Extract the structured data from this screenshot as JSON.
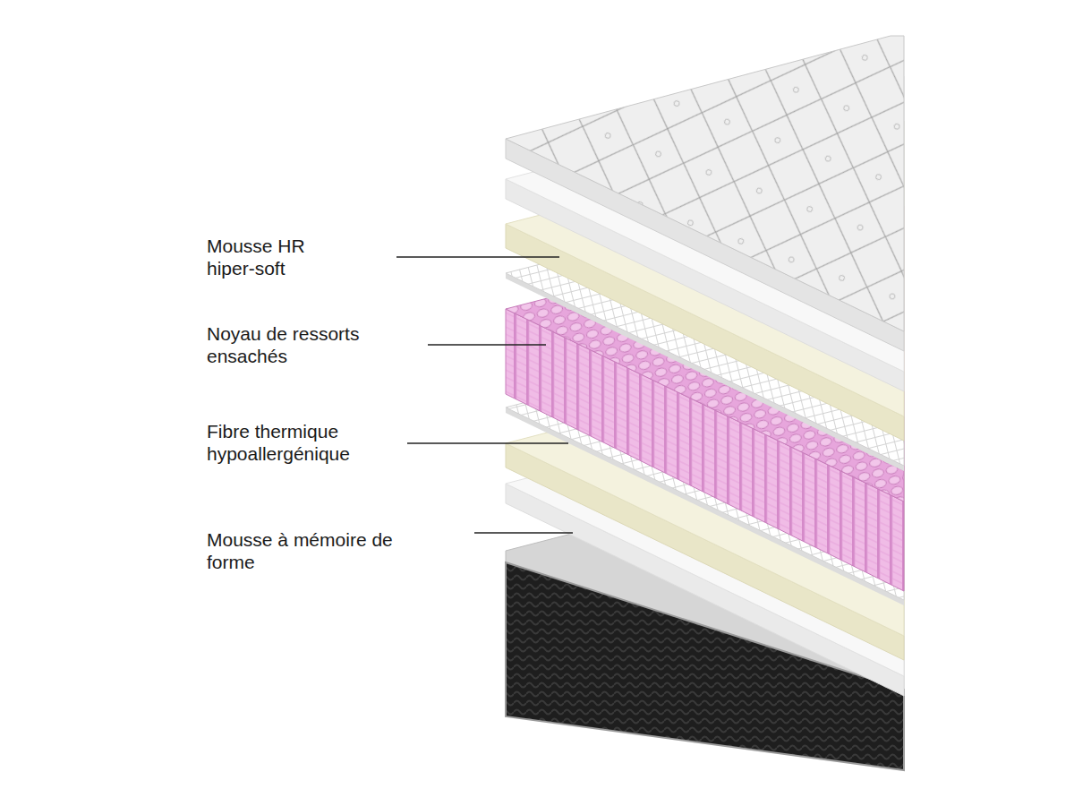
{
  "diagram": {
    "labels": [
      "Mousse HR hiper-soft",
      "Noyau de ressorts ensachés",
      "Fibre thermique hypoallergénique",
      "Mousse à mémoire de forme"
    ]
  }
}
